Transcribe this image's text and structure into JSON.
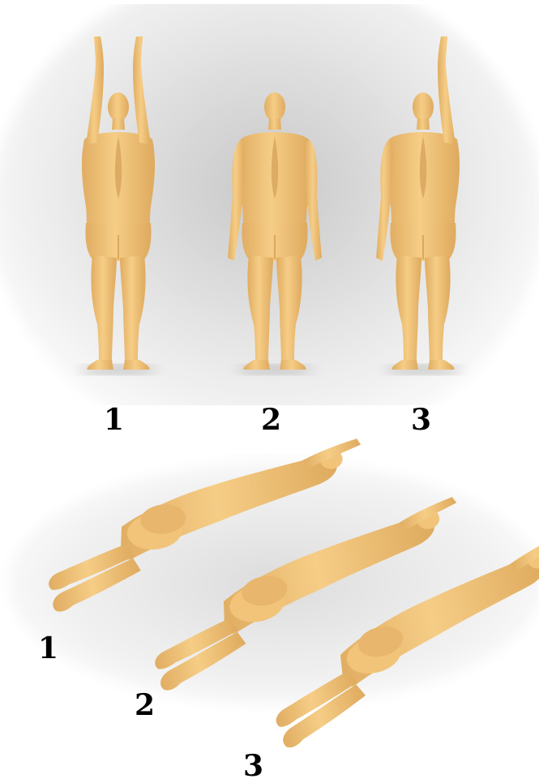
{
  "top_labels": [
    "1",
    "2",
    "3"
  ],
  "bottom_labels": [
    "1",
    "2",
    "3"
  ],
  "colors": {
    "skin": "#f2c47a",
    "skin_shadow": "#d9a55a",
    "skin_highlight": "#fbdc9f",
    "background": "#ffffff"
  }
}
